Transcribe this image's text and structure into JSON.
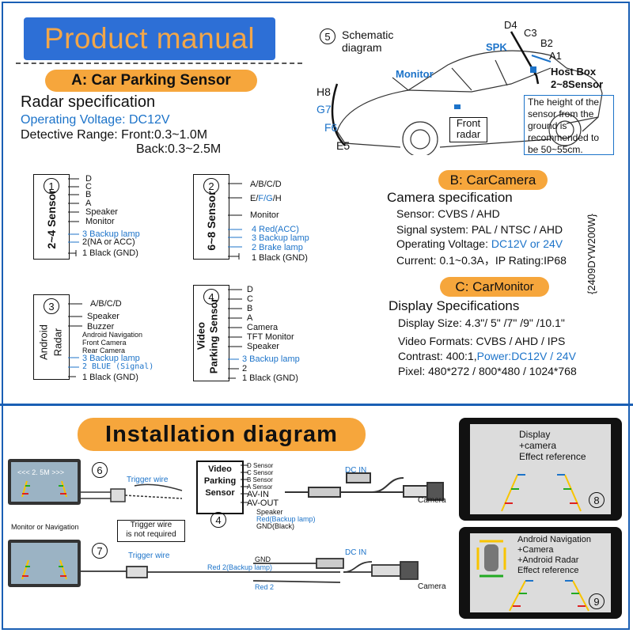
{
  "header": {
    "title": "Product manual"
  },
  "sectionA": {
    "pill": "A: Car Parking Sensor",
    "radar_title": "Radar specification",
    "voltage": "Operating Voltage: DC12V",
    "range_front": "Detective Range: Front:0.3~1.0M",
    "range_back": "Back:0.3~2.5M"
  },
  "sensor1": {
    "num": "1",
    "label": "2~4 Sensor",
    "wires": [
      "D",
      "C",
      "B",
      "A",
      "Speaker",
      "Monitor"
    ],
    "blue": [
      "3 Backup lamp"
    ],
    "b2": "2(NA or ACC)",
    "gnd": "1 Black (GND)"
  },
  "sensor2": {
    "num": "2",
    "label": "6~8 Sensor",
    "w1": "A/B/C/D",
    "w2a": "E/",
    "w2b": "F/G",
    "w2c": "/H",
    "w3": "Monitor",
    "blue": [
      "4 Red(ACC)",
      "3 Backup lamp",
      "2 Brake lamp"
    ],
    "gnd": "1 Black (GND)"
  },
  "sensor3": {
    "num": "3",
    "label1": "Android",
    "label2": "Radar",
    "wires": [
      "A/B/C/D",
      "Speaker",
      "Buzzer"
    ],
    "small": [
      "Android Navigation",
      "Front Camera",
      "Rear Camera"
    ],
    "blue": [
      "3 Backup lamp",
      "2 BLUE (Signal)"
    ],
    "gnd": "1 Black (GND)"
  },
  "sensor4": {
    "num": "4",
    "label1": "Video",
    "label2": "Parking Sensor",
    "wires": [
      "D",
      "C",
      "B",
      "A",
      "Camera",
      "TFT Monitor",
      "Speaker"
    ],
    "blue": [
      "3 Backup lamp"
    ],
    "b2": "2",
    "gnd": "1 Black (GND)"
  },
  "schematic": {
    "num": "5",
    "title1": "Schematic",
    "title2": "diagram",
    "labels": {
      "d4": "D4",
      "c3": "C3",
      "b2": "B2",
      "a1": "A1",
      "spk": "SPK",
      "monitor": "Monitor",
      "host1": "Host Box",
      "host2": "2~8Sensor",
      "h8": "H8",
      "g7": "G7",
      "f6": "F6",
      "e5": "E5",
      "front1": "Front",
      "front2": "radar"
    },
    "note": [
      "The height of the",
      "sensor from the",
      "ground is",
      "recommended to",
      "be 50~55cm."
    ]
  },
  "sectionB": {
    "pill_a": "B: Car ",
    "pill_b": "Camera",
    "title": "Camera specification",
    "sensor": "Sensor: CVBS / AHD",
    "signal": "Signal system: PAL / NTSC / AHD",
    "volt_a": "Operating Voltage: ",
    "volt_b": "DC12V or 24V",
    "current": "Current: 0.1~0.3A，IP Rating:IP68",
    "side_code": "{2409DYW200W}"
  },
  "sectionC": {
    "pill_a": "C: Car ",
    "pill_b": "Monitor",
    "title": "Display Specifications",
    "size": "Display Size: 4.3\"/ 5\" /7\" /9\" /10.1\"",
    "formats": "Video Formats: CVBS / AHD / IPS",
    "contrast_a": "Contrast: 400:1,",
    "contrast_b": "Power:DC12V / 24V",
    "pixel": "Pixel: 480*272 / 800*480 / 1024*768"
  },
  "install": {
    "title": "Installation diagram",
    "num6": "6",
    "num7": "7",
    "num4": "4",
    "num8": "8",
    "num9": "9",
    "screen_text": "<<< 2. 5M >>>",
    "trigger1": "Trigger wire",
    "trigger2": "Trigger wire",
    "monitor_nav": "Monitor or Navigation",
    "not_required1": "Trigger wire",
    "not_required2": "is not required",
    "vps1": "Video",
    "vps2": "Parking",
    "vps3": "Sensor",
    "vps_wires": [
      "D Sensor",
      "C Sensor",
      "B Sensor",
      "A Sensor"
    ],
    "av_in": "AV-IN",
    "av_out": "AV-OUT",
    "vps_bottom": [
      "Speaker",
      "Red(Backup lamp)",
      "GND(Black)"
    ],
    "dcin1": "DC IN",
    "dcin2": "DC IN",
    "camera1": "Camera",
    "camera2": "Camera",
    "gnd": "GND",
    "red2bl": "Red 2(Backup lamp)",
    "red2": "Red 2",
    "ref1": [
      "Display",
      "+camera",
      "Effect reference"
    ],
    "ref2": [
      "Android Navigation",
      "+Camera",
      "+Android Radar",
      "Effect reference"
    ]
  }
}
